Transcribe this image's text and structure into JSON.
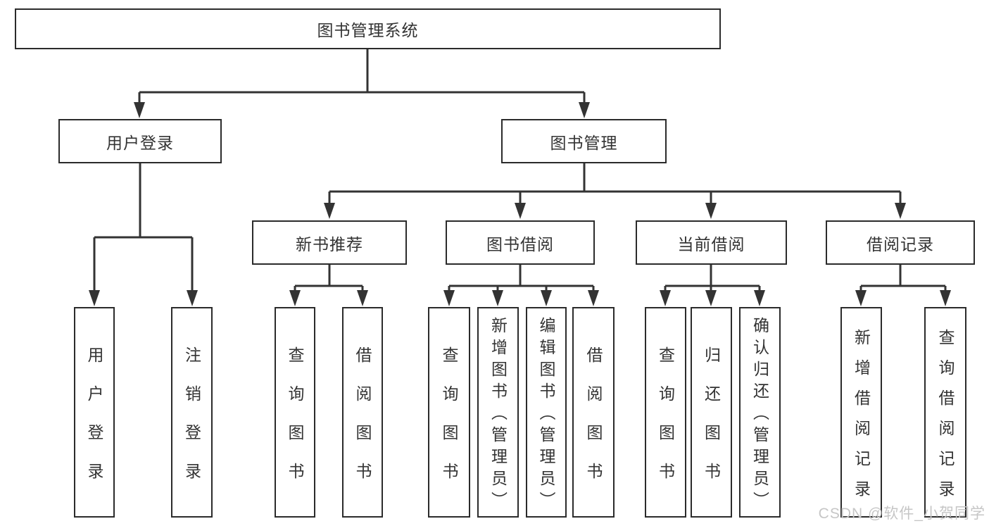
{
  "title": "图书管理系统",
  "watermark": "CSDN @软件_小贺同学",
  "colors": {
    "box_border": "#2b2b2b",
    "line": "#333333",
    "text": "#333333",
    "watermark": "#c6c6c6",
    "background": "#ffffff"
  },
  "tree": {
    "root": "图书管理系统",
    "children": [
      {
        "label": "用户登录",
        "children": [
          "用户登录",
          "注销登录"
        ]
      },
      {
        "label": "图书管理",
        "children": [
          {
            "label": "新书推荐",
            "children": [
              "查询图书",
              "借阅图书"
            ]
          },
          {
            "label": "图书借阅",
            "children": [
              "查询图书",
              "新增图书（管理员）",
              "编辑图书（管理员）",
              "借阅图书"
            ]
          },
          {
            "label": "当前借阅",
            "children": [
              "查询图书",
              "归还图书",
              "确认归还（管理员）"
            ]
          },
          {
            "label": "借阅记录",
            "children": [
              "新增借阅记录",
              "查询借阅记录"
            ]
          }
        ]
      }
    ]
  }
}
